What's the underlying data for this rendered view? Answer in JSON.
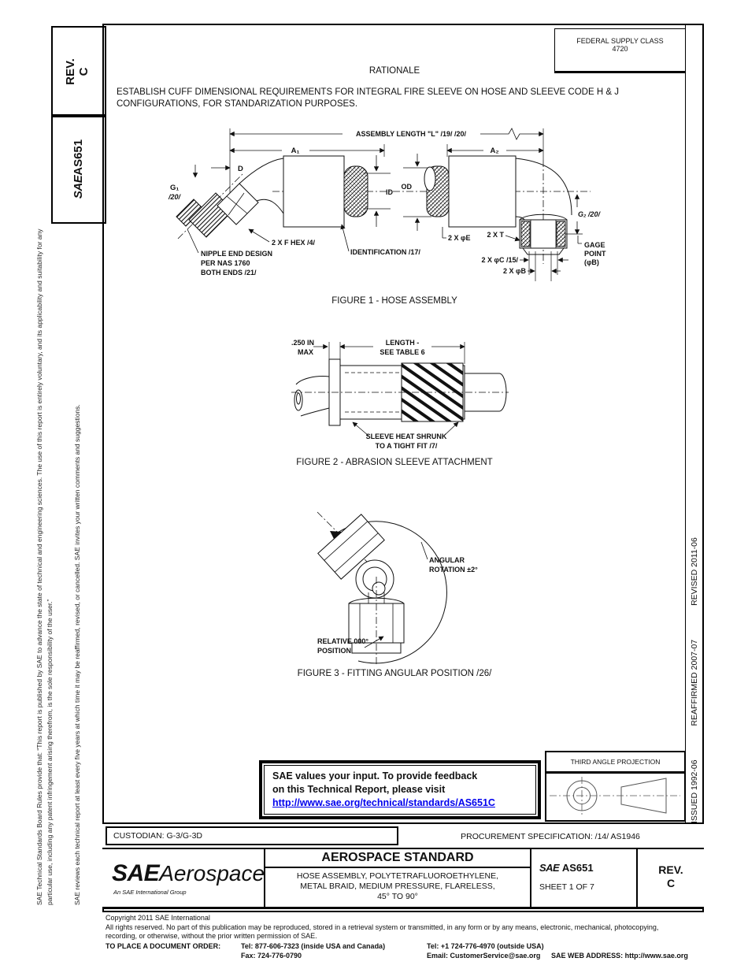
{
  "colors": {
    "link": "#0000EE",
    "ink": "#111111"
  },
  "edge": {
    "rev_label": "REV.",
    "rev_value": "C",
    "sae": "SAE",
    "doc_number": "AS651",
    "disclaimer": "SAE Technical Standards Board Rules provide that: “This report is published by SAE to advance the state of technical and engineering sciences. The use of this report is entirely voluntary, and its applicability and suitability for any particular use, including any patent infringement arising therefrom, is the sole responsibility of the user.”",
    "review_note": "SAE reviews each technical report at least every five years at which time it may be reaffirmed, revised, or cancelled. SAE invites your written comments and suggestions.",
    "issued": "ISSUED 1992-06",
    "reaffirmed": "REAFFIRMED 2007-07",
    "revised": "REVISED 2011-06"
  },
  "header": {
    "federal_supply_class": "FEDERAL SUPPLY CLASS",
    "federal_supply_class_code": "4720",
    "rationale_heading": "RATIONALE",
    "rationale_text": "ESTABLISH CUFF DIMENSIONAL REQUIREMENTS FOR INTEGRAL FIRE SLEEVE ON HOSE AND SLEEVE CODE H & J CONFIGURATIONS, FOR STANDARIZATION PURPOSES."
  },
  "figure1": {
    "caption": "FIGURE 1 - HOSE ASSEMBLY",
    "labels": {
      "assembly_length": "ASSEMBLY LENGTH \"L\" /19/ /20/",
      "a1": "A₁",
      "a2": "A₂",
      "d": "D",
      "g1": "G₁",
      "g1_ref": "/20/",
      "g2": "G₂ /20/",
      "id": "ID",
      "od": "OD",
      "hex": "2 X F HEX /4/",
      "nipple_line1": "NIPPLE END DESIGN",
      "nipple_line2": "PER NAS 1760",
      "nipple_line3": "BOTH ENDS  /21/",
      "identification": "IDENTIFICATION /17/",
      "phi_e": "2 X φE",
      "t": "2 X T",
      "phi_c": "2 X φC /15/",
      "phi_b": "2 X φB",
      "gage_line1": "GAGE",
      "gage_line2": "POINT",
      "gage_line3": "(φB)"
    }
  },
  "figure2": {
    "caption": "FIGURE 2 - ABRASION SLEEVE ATTACHMENT",
    "labels": {
      "max_line1": ".250 IN",
      "max_line2": "MAX",
      "length_line1": "LENGTH -",
      "length_line2": "SEE TABLE 6",
      "sleeve_line1": "SLEEVE HEAT SHRUNK",
      "sleeve_line2": "TO A TIGHT FIT  /7/"
    }
  },
  "figure3": {
    "caption": "FIGURE 3 - FITTING ANGULAR POSITION /26/",
    "labels": {
      "angular_line1": "ANGULAR",
      "angular_line2": "ROTATION ±2°",
      "relative_line1": "RELATIVE 000°",
      "relative_line2": "POSITION"
    }
  },
  "feedback": {
    "line1": "SAE values your input. To provide feedback",
    "line2": "on this Technical Report, please visit",
    "link": "http://www.sae.org/technical/standards/AS651C"
  },
  "projection": {
    "title": "THIRD ANGLE PROJECTION"
  },
  "custodian_row": {
    "custodian": "CUSTODIAN: G-3/G-3D",
    "procurement": "PROCUREMENT SPECIFICATION: /14/ AS1946"
  },
  "title_block": {
    "logo_sae": "SAE",
    "logo_name": "Aerospace",
    "logo_tagline": "An SAE International Group",
    "heading": "AEROSPACE STANDARD",
    "subtitle_line1": "HOSE ASSEMBLY, POLYTETRAFLUOROETHYLENE,",
    "subtitle_line2": "METAL BRAID, MEDIUM PRESSURE, FLARELESS,",
    "subtitle_line3": "45° TO 90°",
    "doc_sae": "SAE",
    "doc_number": "AS651",
    "sheet": "SHEET 1 OF 7",
    "rev_label": "REV.",
    "rev_value": "C"
  },
  "footer": {
    "copyright": "Copyright 2011 SAE International",
    "rights_line1": "All rights reserved. No part of this publication may be reproduced, stored in a retrieval system or transmitted, in any form or by any means, electronic, mechanical, photocopying,",
    "rights_line2": "recording, or otherwise, without the prior written permission of SAE.",
    "order_label": "TO PLACE A DOCUMENT ORDER:",
    "tel_inside": "Tel: 877-606-7323 (inside USA and Canada)",
    "tel_outside": "Tel: +1 724-776-4970 (outside USA)",
    "fax": "Fax: 724-776-0790",
    "email": "Email: CustomerService@sae.org",
    "web": "SAE WEB ADDRESS: http://www.sae.org"
  }
}
